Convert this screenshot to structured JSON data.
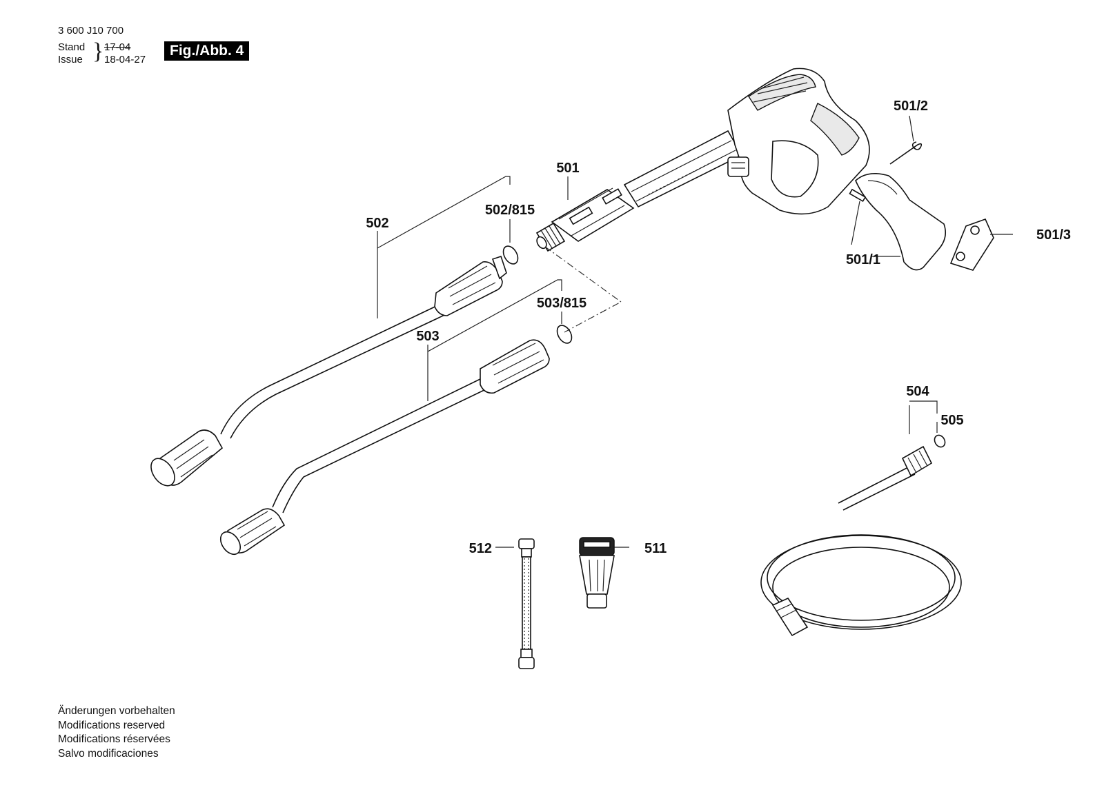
{
  "header": {
    "doc_number": "3 600 J10 700",
    "stand_label": "Stand",
    "issue_label": "Issue",
    "stand_value": "17-04",
    "issue_value": "18-04-27",
    "figure_label": "Fig./Abb. 4"
  },
  "parts": {
    "p501": "501",
    "p501_1": "501/1",
    "p501_2": "501/2",
    "p501_3": "501/3",
    "p502": "502",
    "p502_815": "502/815",
    "p503": "503",
    "p503_815": "503/815",
    "p504": "504",
    "p505": "505",
    "p511": "511",
    "p512": "512"
  },
  "footer": {
    "line1": "Änderungen vorbehalten",
    "line2": "Modifications reserved",
    "line3": "Modifications réservées",
    "line4": "Salvo modificaciones"
  }
}
